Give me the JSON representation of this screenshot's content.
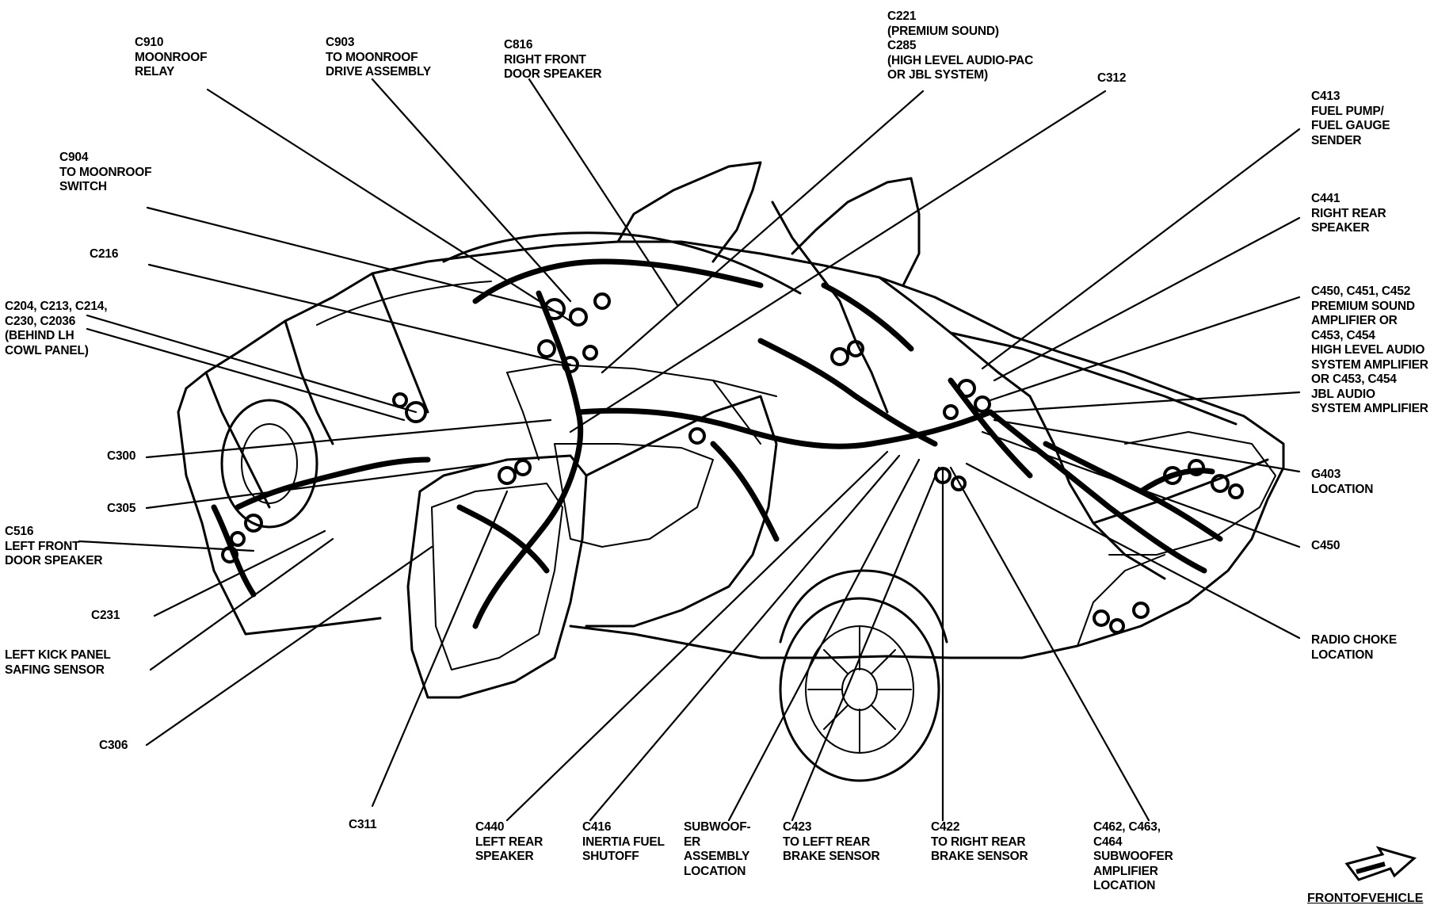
{
  "callouts": {
    "c910": [
      "C910",
      "MOONROOF",
      "RELAY"
    ],
    "c903": [
      "C903",
      "TO MOONROOF",
      "DRIVE ASSEMBLY"
    ],
    "c816": [
      "C816",
      "RIGHT FRONT",
      "DOOR SPEAKER"
    ],
    "c221": [
      "C221",
      "(PREMIUM SOUND)",
      "C285",
      "(HIGH LEVEL AUDIO-PAC",
      "OR JBL SYSTEM)"
    ],
    "c312": [
      "C312"
    ],
    "c413": [
      "C413",
      "FUEL PUMP/",
      "FUEL GAUGE",
      "SENDER"
    ],
    "c904": [
      "C904",
      "TO MOONROOF",
      "SWITCH"
    ],
    "c441": [
      "C441",
      "RIGHT REAR",
      "SPEAKER"
    ],
    "c216": [
      "C216"
    ],
    "c204": [
      "C204, C213, C214,",
      "C230, C2036",
      "(BEHIND LH",
      "COWL PANEL)"
    ],
    "c450group": [
      "C450, C451, C452",
      "PREMIUM SOUND",
      "AMPLIFIER OR",
      "C453, C454",
      "HIGH LEVEL AUDIO",
      "SYSTEM AMPLIFIER",
      "OR C453, C454",
      "JBL AUDIO",
      "SYSTEM AMPLIFIER"
    ],
    "c300": [
      "C300"
    ],
    "c305": [
      "C305"
    ],
    "g403": [
      "G403",
      "LOCATION"
    ],
    "c516": [
      "C516",
      "LEFT FRONT",
      "DOOR SPEAKER"
    ],
    "c450": [
      "C450"
    ],
    "c231": [
      "C231"
    ],
    "kick": [
      "LEFT KICK PANEL",
      "SAFING SENSOR"
    ],
    "radio": [
      "RADIO CHOKE",
      "LOCATION"
    ],
    "c306": [
      "C306"
    ],
    "c311": [
      "C311"
    ],
    "c440": [
      "C440",
      "LEFT REAR",
      "SPEAKER"
    ],
    "c416": [
      "C416",
      "INERTIA FUEL",
      "SHUTOFF"
    ],
    "sub": [
      "SUBWOOF-",
      "ER",
      "ASSEMBLY",
      "LOCATION"
    ],
    "c423": [
      "C423",
      "TO LEFT REAR",
      "BRAKE SENSOR"
    ],
    "c422": [
      "C422",
      "TO RIGHT REAR",
      "BRAKE SENSOR"
    ],
    "c462": [
      "C462, C463,",
      "C464",
      "SUBWOOFER",
      "AMPLIFIER",
      "LOCATION"
    ]
  },
  "front_of_vehicle": "FRONTOFVEHICLE",
  "front_arrow_icon": "front-arrow-icon",
  "line_color": "#000000"
}
